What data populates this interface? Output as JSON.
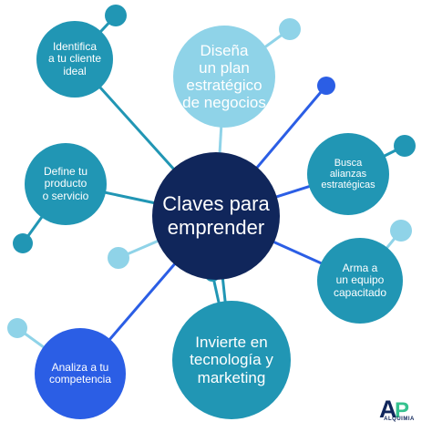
{
  "diagram": {
    "center_label": [
      "Claves para",
      "emprender"
    ],
    "nodes": [
      {
        "id": "n1",
        "lines": [
          "Identifica",
          "a tu cliente",
          "ideal"
        ]
      },
      {
        "id": "n2",
        "lines": [
          "Diseña",
          "un plan",
          "estratégico",
          "de negocios"
        ]
      },
      {
        "id": "n3",
        "lines": [
          "Define tu",
          "producto",
          "o servicio"
        ]
      },
      {
        "id": "n4",
        "lines": [
          "Busca",
          "alianzas",
          "estratégicas"
        ]
      },
      {
        "id": "n5",
        "lines": [
          "Arma a",
          "un equipo",
          "capacitado"
        ]
      },
      {
        "id": "n6",
        "lines": [
          "Analiza a tu",
          "competencia"
        ]
      },
      {
        "id": "n7",
        "lines": [
          "Invierte en",
          "tecnología y",
          "marketing"
        ]
      }
    ]
  },
  "logo": {
    "mark": "AP",
    "wordmark": "ALQUIMIA"
  },
  "colors": {
    "navy": "#10265b",
    "teal": "#2196b4",
    "light_blue": "#8fd3e8",
    "accent_blue": "#2b5ee5",
    "logo_green": "#36c28f"
  }
}
